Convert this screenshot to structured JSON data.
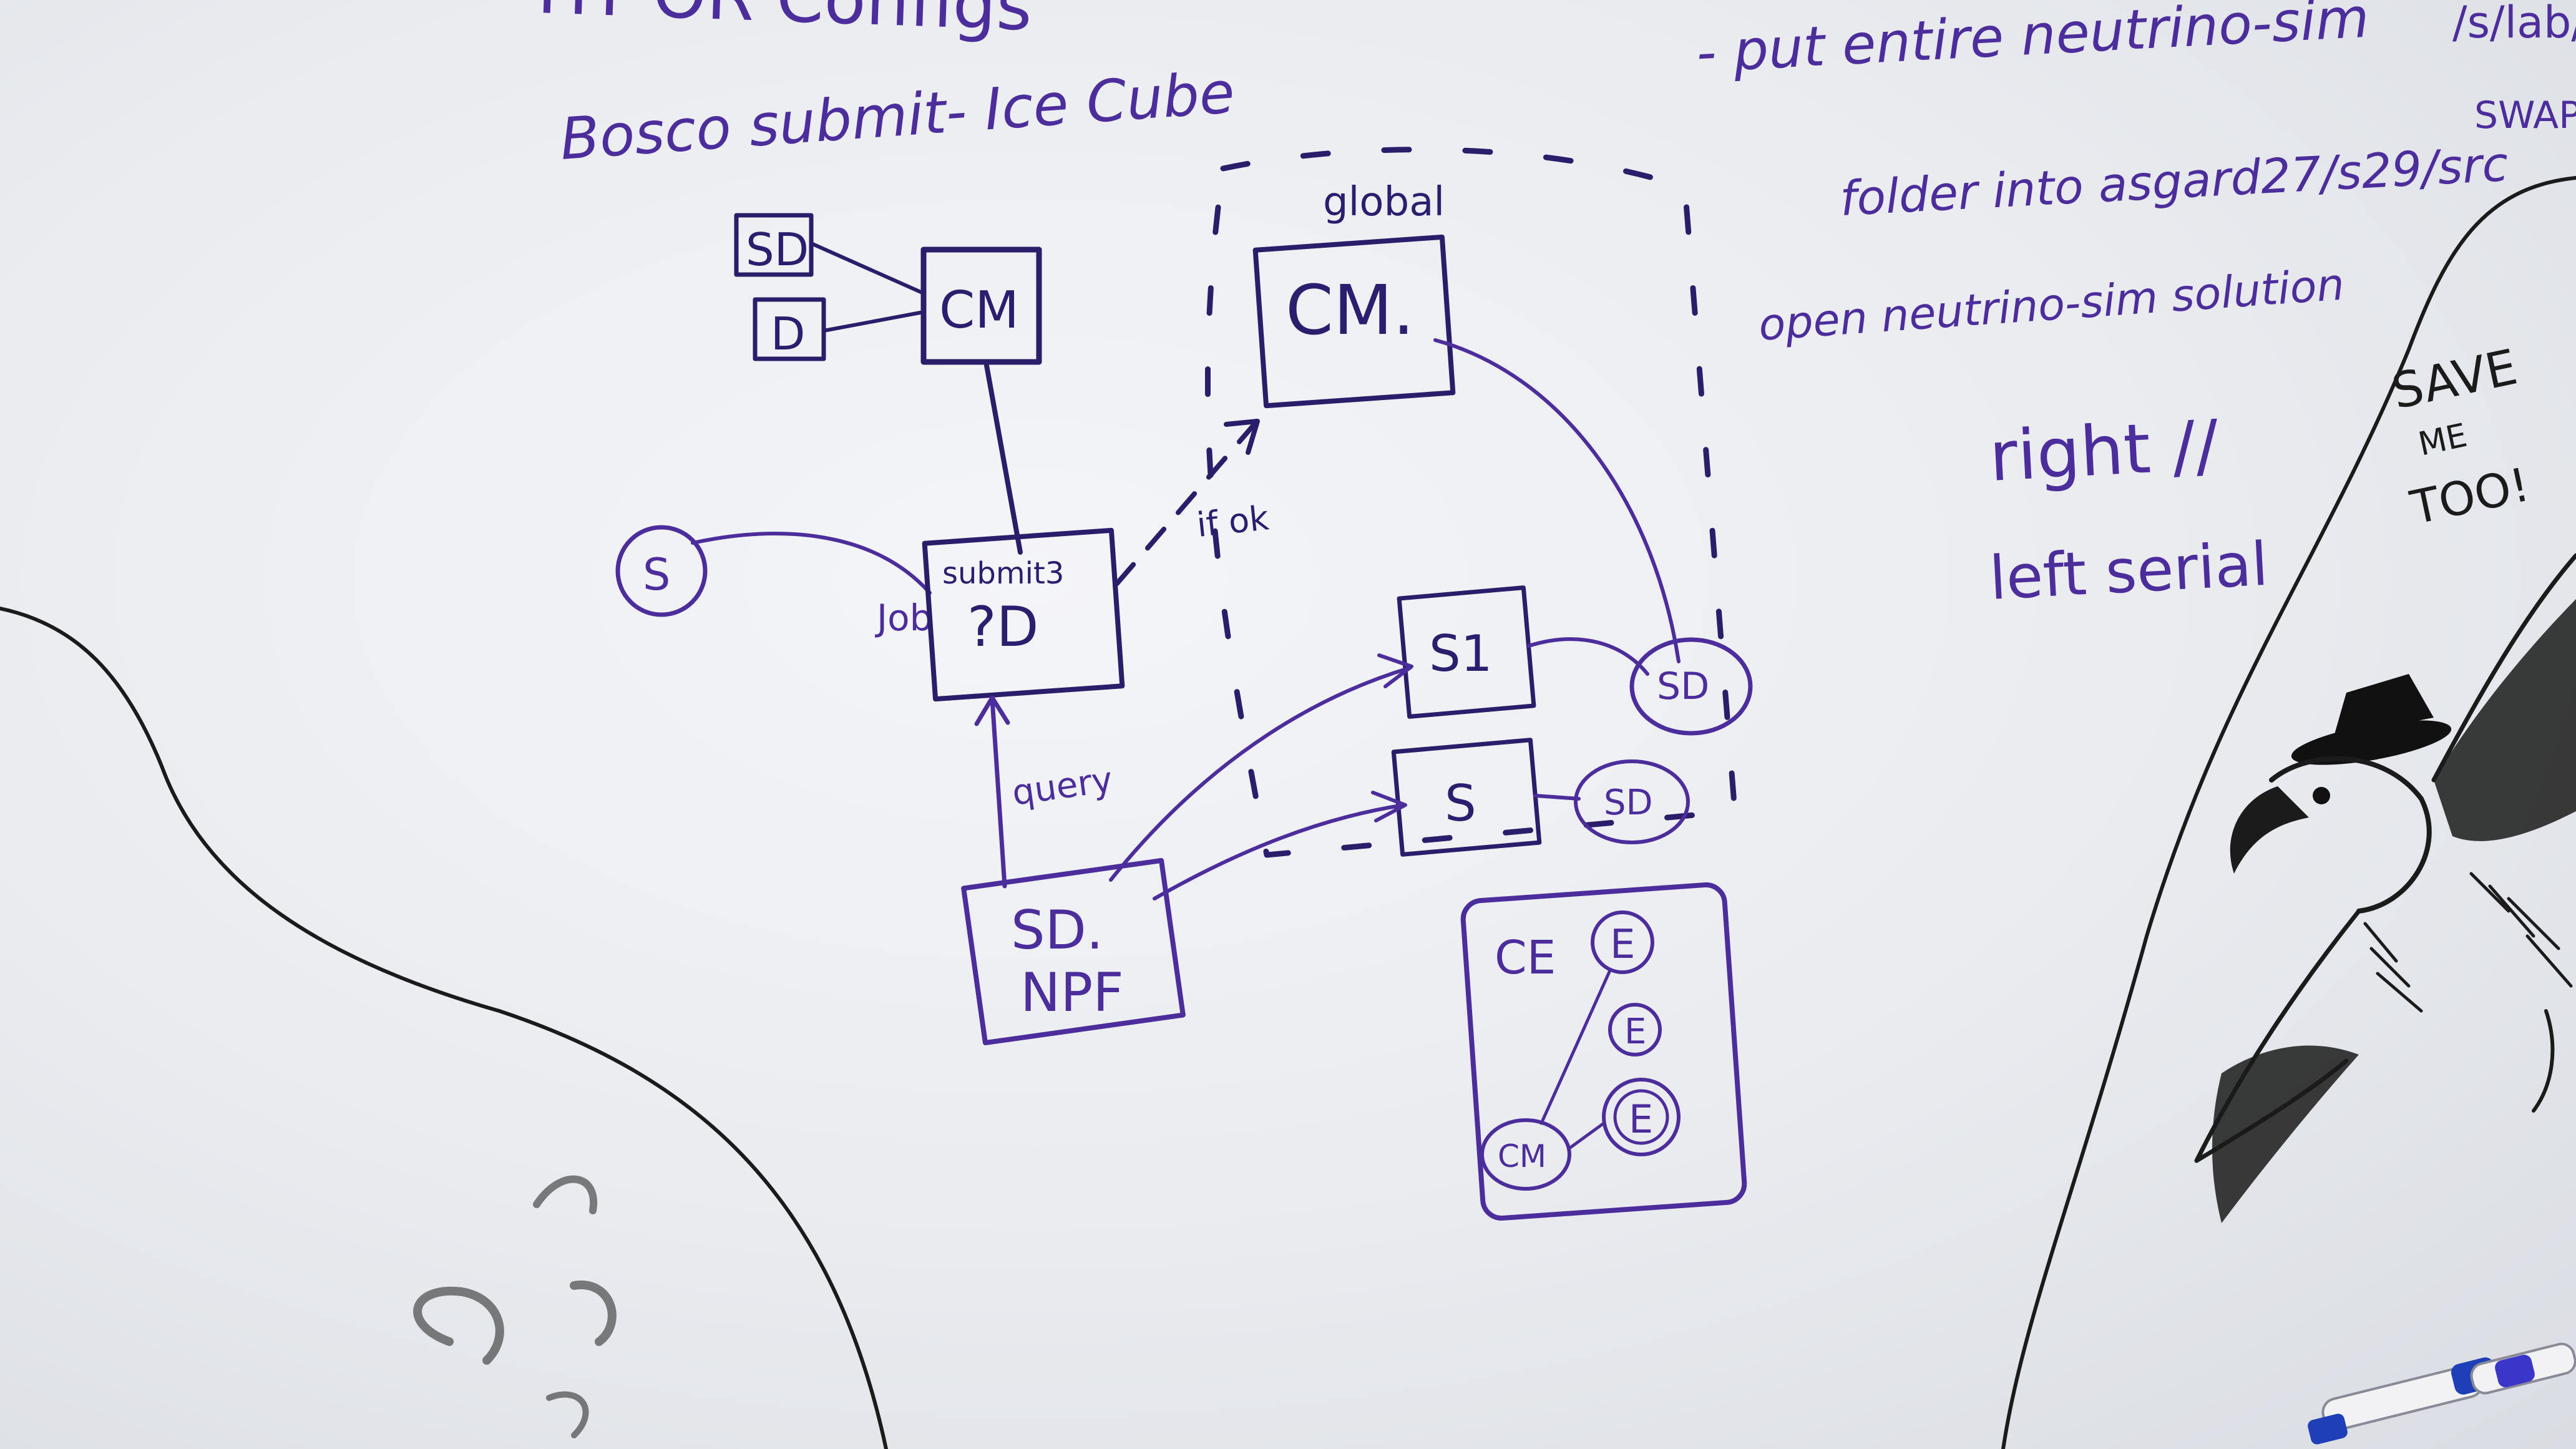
{
  "board": {
    "colors": {
      "ink": "#4b2e9c",
      "ink_dark": "#2a1d6a",
      "black": "#1b1b1b",
      "board": "#eceef2"
    },
    "top_partial": "HT OR Configs",
    "title": "Bosco submit- Ice Cube",
    "global_label": "global",
    "nodes": {
      "sd_small": "SD",
      "d_small": "D",
      "cm_left": "CM",
      "cm_right": "CM.",
      "submit_label": "submit3",
      "submit_body": "?D",
      "sd_npf_top": "SD.",
      "sd_npf_bottom": "NPF",
      "s_circle": "S",
      "s1": "S1",
      "s2": "S",
      "sd_circle_a": "SD",
      "sd_circle_b": "SD",
      "ce": "CE",
      "e1": "E",
      "e2": "E",
      "e3": "E",
      "cm_circle": "CM"
    },
    "edge_labels": {
      "job": "Job",
      "ifok": "if ok",
      "query": "query"
    },
    "notes": {
      "line1": "- put entire neutrino-sim",
      "line2": "folder into asgard27/s29/src",
      "line3": "open neutrino-sim solution",
      "right": "right //",
      "left_serial": "left serial"
    },
    "corner": {
      "path": "/s/lab/",
      "swap": "SWAP:"
    },
    "drawing": {
      "caption_line1": "SAVE",
      "caption_line2": "ME",
      "caption_line3": "TOO!"
    }
  }
}
